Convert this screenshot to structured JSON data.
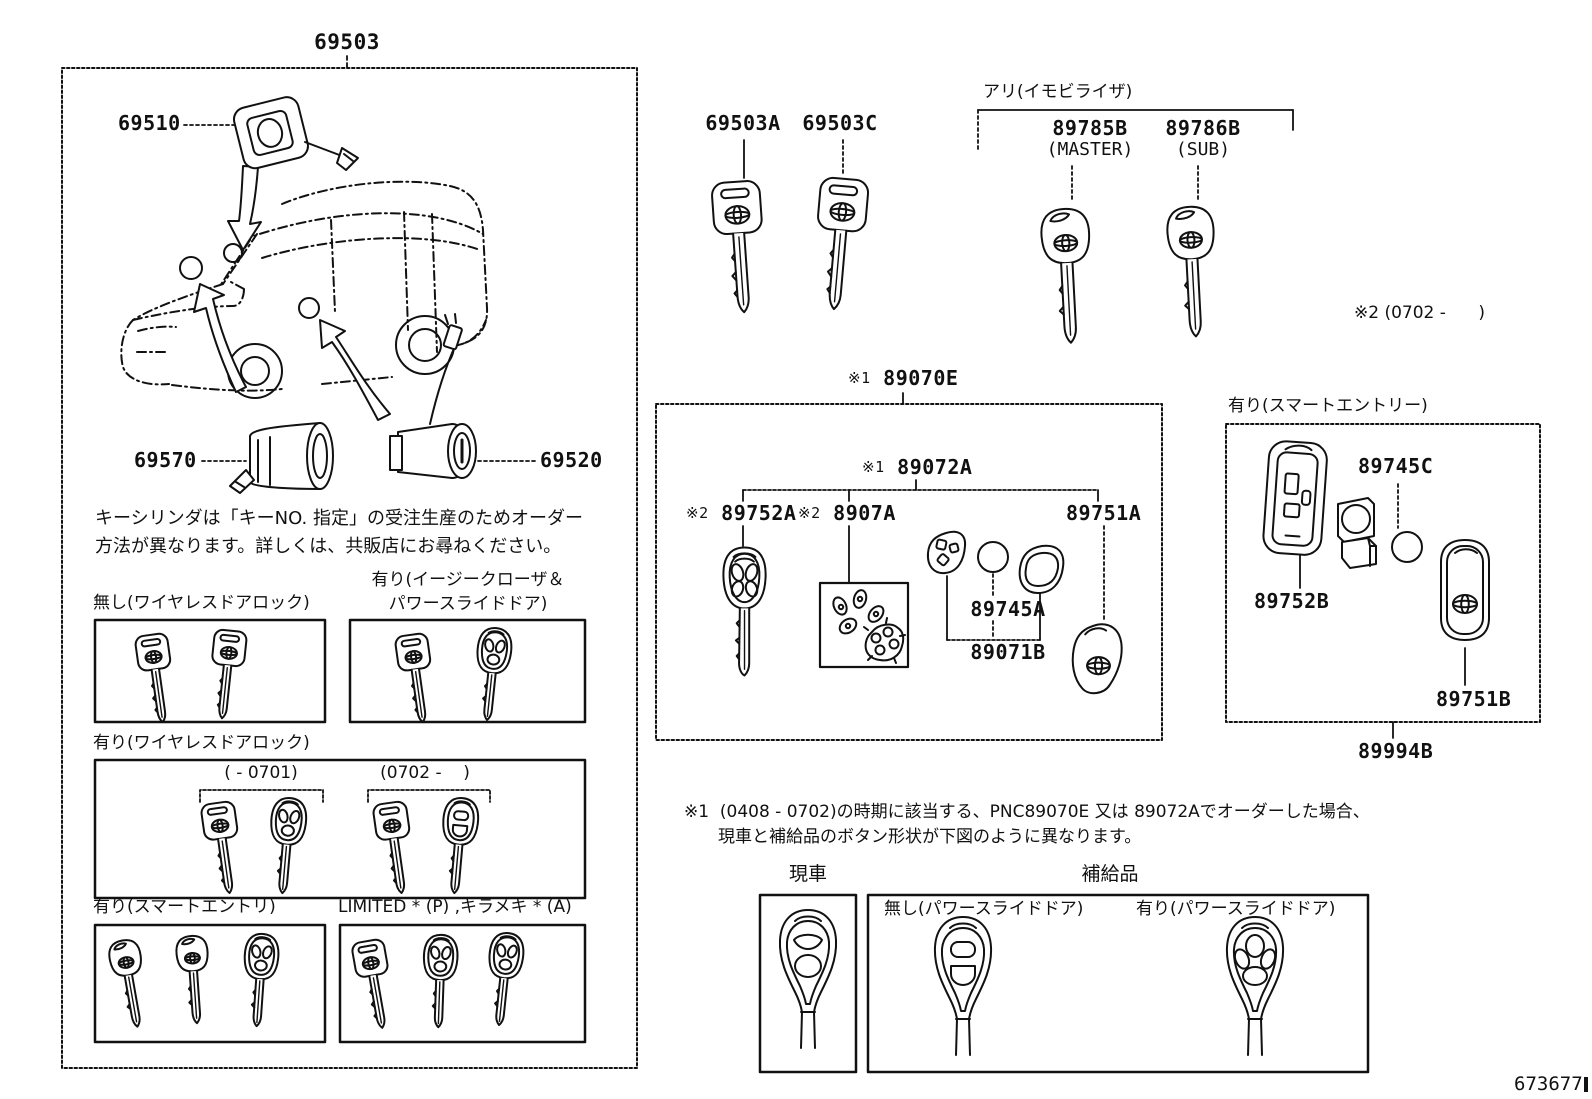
{
  "doc": {
    "number": "673677"
  },
  "left_box": {
    "title_part": "69503",
    "parts": {
      "ignition": "69510",
      "door": "69570",
      "back_door": "69520"
    },
    "note_line1": "キーシリンダは「キーNO. 指定」の受注生産のためオーダー",
    "note_line2": "方法が異なります。詳しくは、共販店にお尋ねください。",
    "sections": {
      "no_wireless_label": "無し(ワイヤレスドアロック)",
      "easy_closer_label1": "有り(イージークローザ＆",
      "easy_closer_label2": "パワースライドドア)",
      "wireless_label": "有り(ワイヤレスドアロック)",
      "range_early": "( - 0701)",
      "range_late": "(0702 -    )",
      "smart_entry_label": "有り(スマートエントリ)",
      "limited_label": "LIMITED * (P) ,キラメキ * (A)"
    }
  },
  "key_blanks": {
    "plain": "69503A",
    "cut": "69503C"
  },
  "immobilizer": {
    "title": "アリ(イモビライザ)",
    "master_part": "89785B",
    "master_tag": "(MASTER)",
    "sub_part": "89786B",
    "sub_tag": "(SUB)",
    "note": "※2 (0702 -      )"
  },
  "transmitter_box": {
    "ref": "※1",
    "part": "89070E",
    "assy_ref": "※1",
    "assy_part": "89072A",
    "key_ref": "※2",
    "key_part": "89752A",
    "switch_ref": "※2",
    "switch_part": "8907A",
    "upper_part": "89751A",
    "button_part": "89745A",
    "module_part": "89071B"
  },
  "smart_entry_box": {
    "title": "有り(スマートエントリー)",
    "battery_part": "89745C",
    "lower_part": "89752B",
    "upper_part": "89751B",
    "assy_part": "89994B"
  },
  "footnote": {
    "line1": "※1  (0408 - 0702)の時期に該当する、PNC89070E 又は 89072Aでオーダーした場合、",
    "line2": "現車と補給品のボタン形状が下図のように異なります。"
  },
  "button_note": {
    "current_label": "現車",
    "supply_label": "補給品",
    "no_psd_label": "無し(パワースライドドア)",
    "with_psd_label": "有り(パワースライドドア)"
  }
}
